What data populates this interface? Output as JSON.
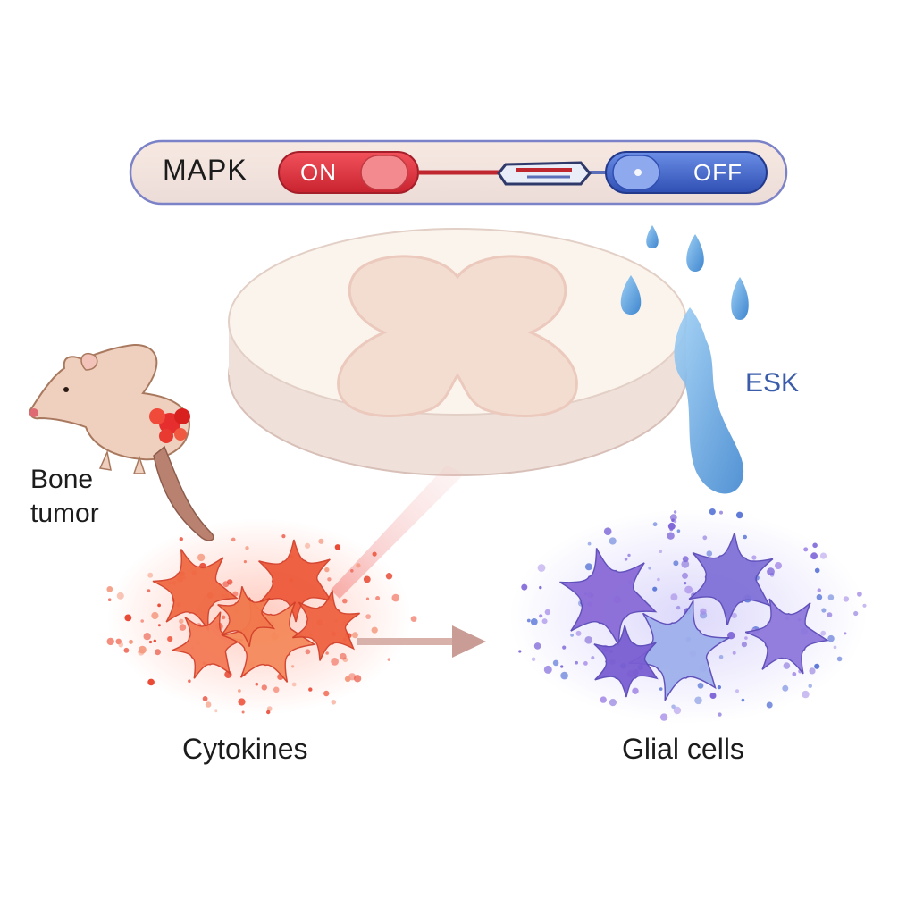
{
  "switch": {
    "title": "MAPK",
    "on_label": "ON",
    "off_label": "OFF",
    "on_color": "#e23a46",
    "off_color": "#3f63c9"
  },
  "drug": {
    "label": "ESK",
    "color": "#4a90d9"
  },
  "source": {
    "label": "Bone tumor"
  },
  "cytokines": {
    "label": "Cytokines",
    "color": "#ef5a3a"
  },
  "glia": {
    "label": "Glial cells",
    "color": "#7a5fd6"
  }
}
